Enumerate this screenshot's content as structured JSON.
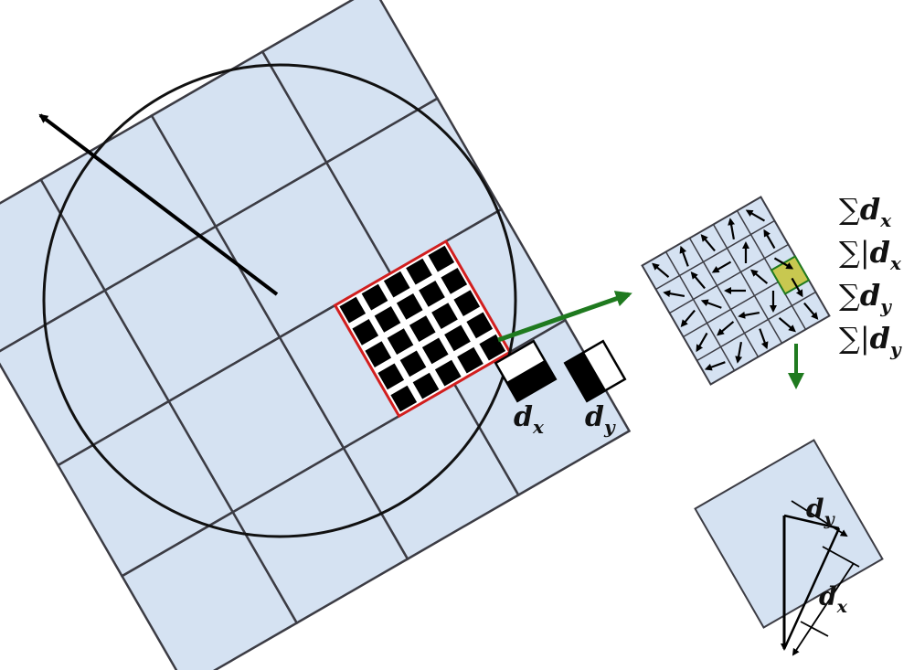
{
  "labels": {
    "dx_filter": "d",
    "dx_filter_sub": "x",
    "dy_filter": "d",
    "dy_filter_sub": "y",
    "dy_vec": "d",
    "dy_vec_sub": "y",
    "dx_vec": "d",
    "dx_vec_sub": "x"
  },
  "sums": [
    {
      "sym": "∑",
      "pre": "",
      "var": "d",
      "sub": "x"
    },
    {
      "sym": "∑",
      "pre": "|",
      "var": "d",
      "sub": "x"
    },
    {
      "sym": "∑",
      "pre": "",
      "var": "d",
      "sub": "y"
    },
    {
      "sym": "∑",
      "pre": "|",
      "var": "d",
      "sub": "y"
    }
  ],
  "colors": {
    "cell_fill": "#d5e2f2",
    "grid_stroke": "#3c3c44",
    "highlight": "#d21e1e",
    "arrow_green": "#1f7a1f",
    "sub_highlight": "#c8c850"
  }
}
